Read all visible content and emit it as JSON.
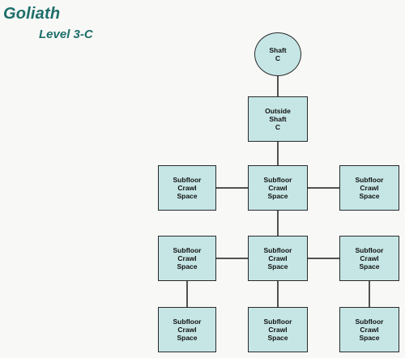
{
  "header": {
    "title": "Goliath",
    "subtitle": "Level 3-C"
  },
  "rooms": {
    "shaft": "Shaft\nC",
    "outside_shaft": "Outside\nShaft\nC",
    "row1_left": "Subfloor\nCrawl\nSpace",
    "row1_center": "Subfloor\nCrawl\nSpace",
    "row1_right": "Subfloor\nCrawl\nSpace",
    "row2_left": "Subfloor\nCrawl\nSpace",
    "row2_center": "Subfloor\nCrawl\nSpace",
    "row2_right": "Subfloor\nCrawl\nSpace",
    "row3_left": "Subfloor\nCrawl\nSpace",
    "row3_center": "Subfloor\nCrawl\nSpace",
    "row3_right": "Subfloor\nCrawl\nSpace"
  },
  "colors": {
    "title": "#1d6e6a",
    "room_fill": "#c6e6e6",
    "line": "#1a1a1a"
  }
}
